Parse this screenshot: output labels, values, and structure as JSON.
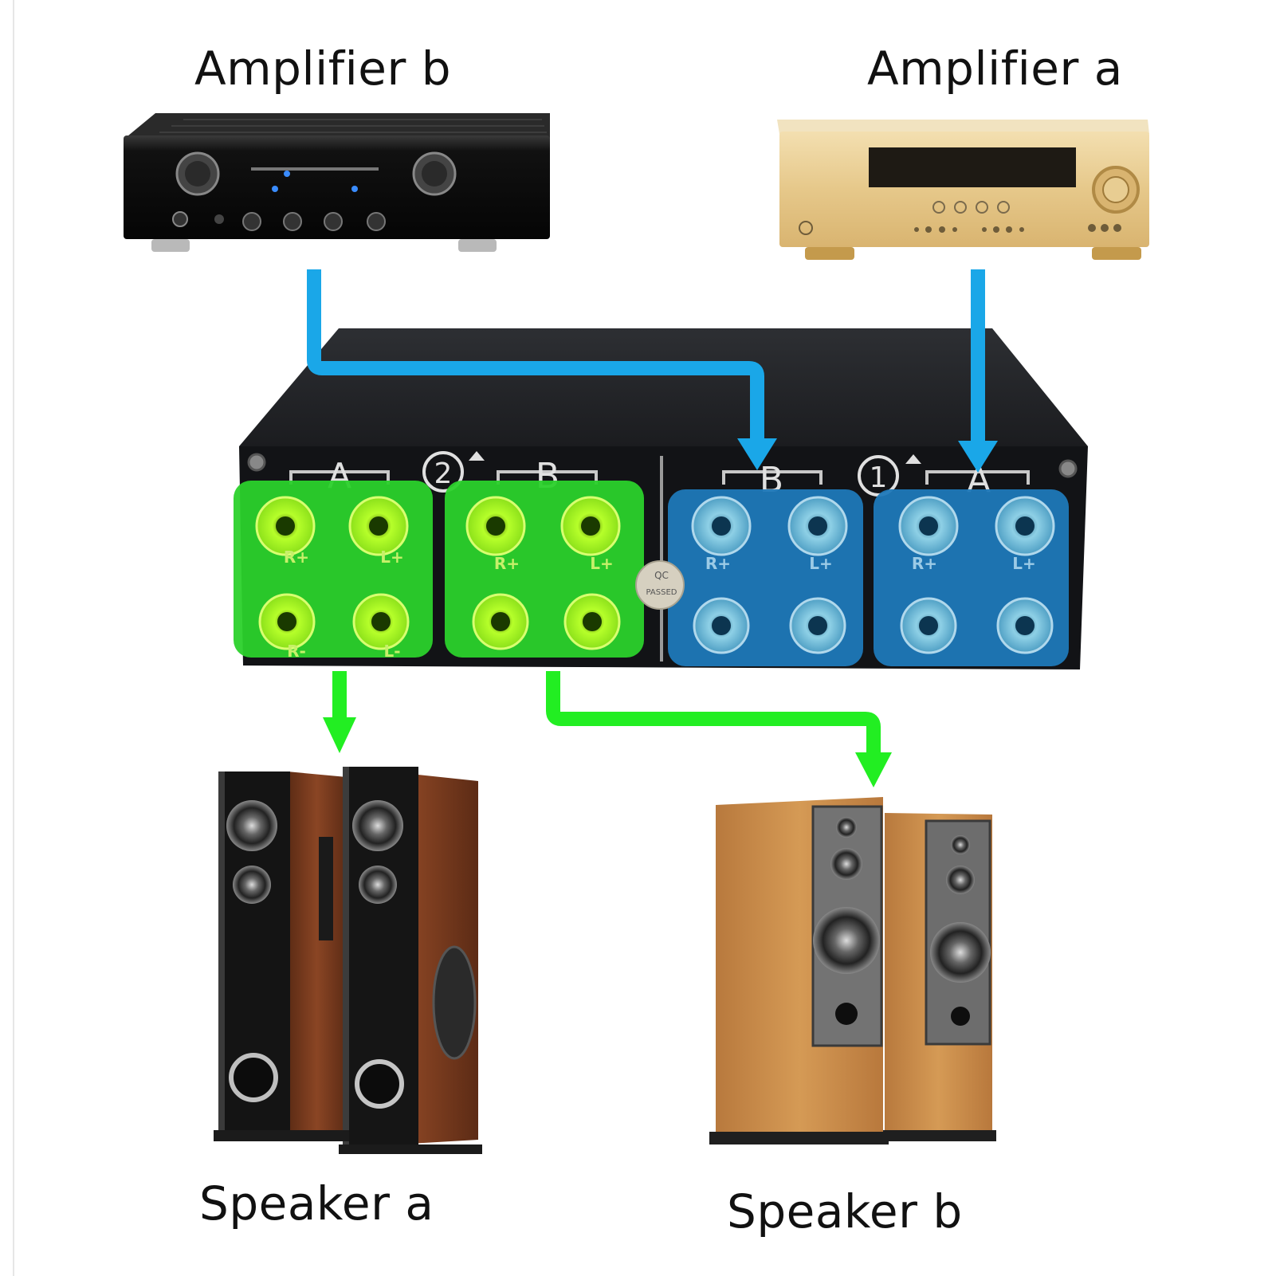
{
  "labels": {
    "amplifier_b": "Amplifier b",
    "amplifier_a": "Amplifier a",
    "speaker_a": "Speaker a",
    "speaker_b": "Speaker b"
  },
  "switch_panel": {
    "group_2_number": "2",
    "group_1_number": "1",
    "group_2_left_letter": "A",
    "group_2_right_letter": "B",
    "group_1_left_letter": "B",
    "group_1_right_letter": "A",
    "terminal_r_plus": "R+",
    "terminal_l_plus": "L+",
    "terminal_r_minus": "R-",
    "terminal_l_minus": "L-",
    "qc_line1": "QC",
    "qc_line2": "PASSED"
  },
  "colors": {
    "input_arrow": "#1aa7e8",
    "output_arrow": "#22ee22",
    "output_highlight": "#2bd12b",
    "input_highlight": "#1f78b8",
    "background": "#ffffff"
  }
}
